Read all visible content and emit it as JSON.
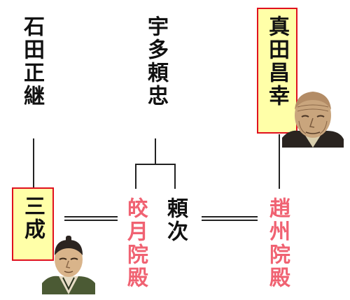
{
  "people": {
    "ishida": "石田正継",
    "utsunomiya": "宇多頼忠",
    "sanada": "真田昌幸",
    "mitsunari": "三成",
    "kogetsuin": "皎月院殿",
    "yoritsugu": "頼次",
    "chikushuin": "趙州院殿"
  },
  "colors": {
    "highlight_fill": "#ffffa8",
    "highlight_border": "#e0101e",
    "female_text": "#f06272"
  }
}
